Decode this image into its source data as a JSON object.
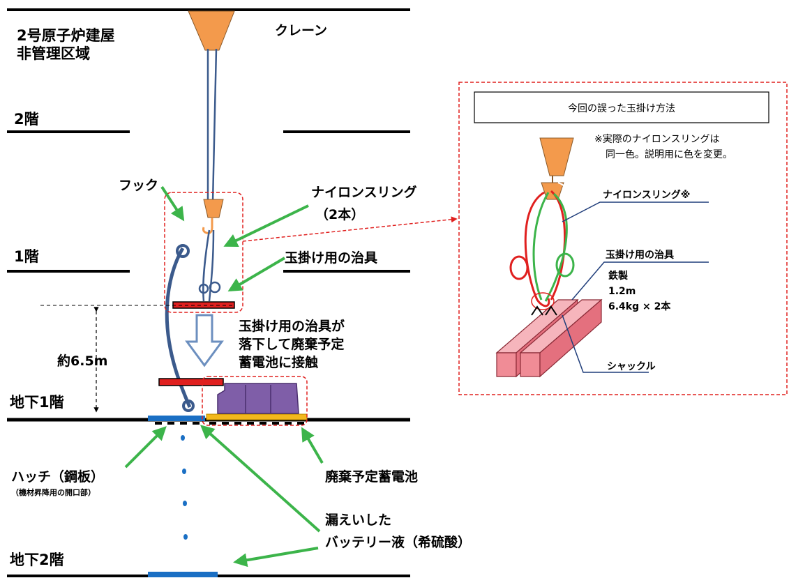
{
  "building": {
    "line1": "2号原子炉建屋",
    "line2": "非管理区域"
  },
  "crane_label": "クレーン",
  "floors": {
    "second": "2階",
    "first": "1階",
    "b1": "地下1階",
    "b2": "地下2階"
  },
  "hook_label": "フック",
  "sling_label": {
    "line1": "ナイロンスリング",
    "line2": "（2本）"
  },
  "jig_label": "玉掛け用の治具",
  "height_label": "約6.5m",
  "fall_text": {
    "line1": "玉掛け用の治具が",
    "line2": "落下して廃棄予定",
    "line3": "蓄電池に接触"
  },
  "hatch_label": {
    "line1": "ハッチ（鋼板）",
    "line2": "（機材昇降用の開口部）"
  },
  "battery_label": "廃棄予定蓄電池",
  "leak_label": {
    "line1": "漏えいした",
    "line2": "バッテリー液（希硫酸）"
  },
  "detail": {
    "title": "今回の誤った玉掛け方法",
    "note_line1": "※実際のナイロンスリングは",
    "note_line2": "同一色。説明用に色を変更。",
    "sling_label": "ナイロンスリング※",
    "jig_label": "玉掛け用の治具",
    "spec_line1": "鉄製",
    "spec_line2": "1.2m",
    "spec_line3": "6.4kg × 2本",
    "shackle_label": "シャックル"
  },
  "colors": {
    "crane": "#f39a4c",
    "sling_blue": "#3b5a8c",
    "jig_red": "#e0201f",
    "battery_purple": "#7f5ea8",
    "tray_yellow": "#f3b81d",
    "hatch_blue": "#1a6fc4",
    "arrow_green": "#3cb44a",
    "dashed_red": "#e0201f",
    "jig_pink": "#f08c96",
    "callout_navy": "#1f3d7a"
  }
}
